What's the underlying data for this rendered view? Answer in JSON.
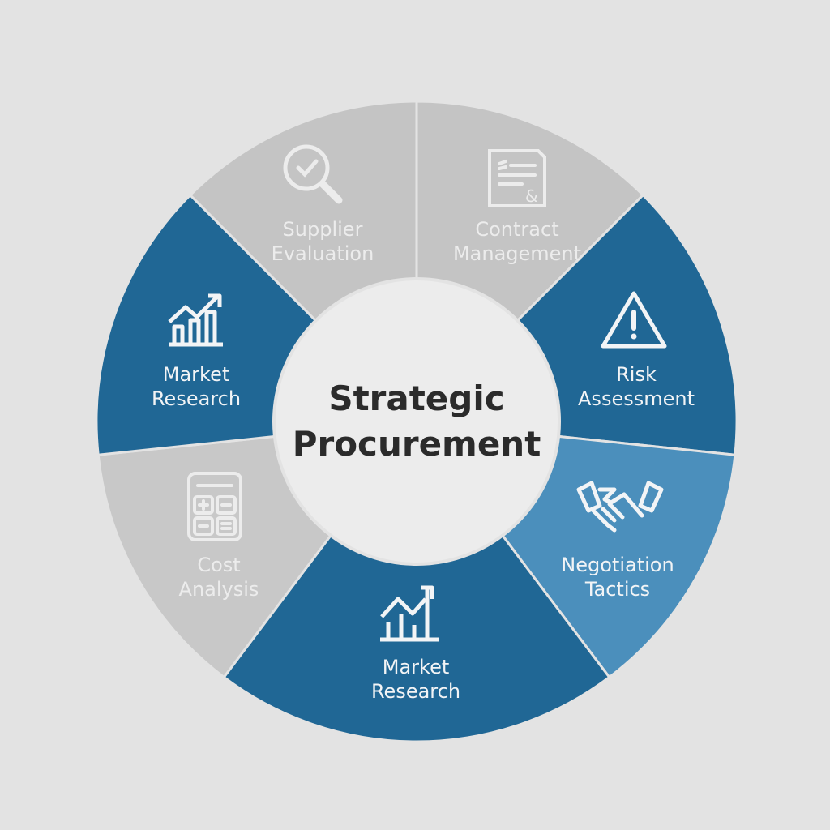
{
  "center": {
    "line1": "Strategic",
    "line2": "Procurement"
  },
  "colors": {
    "background": "#e3e3e3",
    "gray": "#c4c4c4",
    "blue": "#206795",
    "light_blue": "#4b8fbc",
    "center": "#ececec"
  },
  "segments": [
    {
      "line1": "Contract",
      "line2": "Management",
      "icon": "contract-document-icon",
      "color": "#c4c4c4"
    },
    {
      "line1": "Risk",
      "line2": "Assessment",
      "icon": "warning-triangle-icon",
      "color": "#206795"
    },
    {
      "line1": "Negotiation",
      "line2": "Tactics",
      "icon": "handshake-icon",
      "color": "#4b8fbc"
    },
    {
      "line1": "Market",
      "line2": "Research",
      "icon": "growth-chart-icon",
      "color": "#206795"
    },
    {
      "line1": "Cost",
      "line2": "Analysis",
      "icon": "calculator-icon",
      "color": "#c8c8c8"
    },
    {
      "line1": "Market",
      "line2": "Research",
      "icon": "bar-chart-arrow-icon",
      "color": "#206795"
    },
    {
      "line1": "Supplier",
      "line2": "Evaluation",
      "icon": "magnifier-check-icon",
      "color": "#c4c4c4"
    }
  ]
}
